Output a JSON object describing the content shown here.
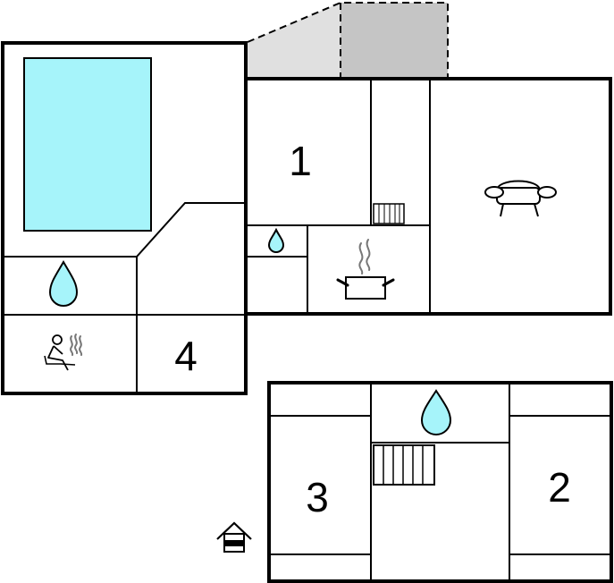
{
  "floor_plan": {
    "rooms": [
      {
        "id": "bedroom-1",
        "label": "1"
      },
      {
        "id": "bedroom-2",
        "label": "2"
      },
      {
        "id": "bedroom-3",
        "label": "3"
      },
      {
        "id": "bedroom-4",
        "label": "4"
      }
    ],
    "icons": {
      "water_drop": "water-drop-icon",
      "sauna": "sauna-icon",
      "sofa": "sofa-icon",
      "cooking_pot": "cooking-pot-icon",
      "stairs": "stairs-icon",
      "entrance": "entrance-house-icon"
    },
    "colors": {
      "pool": "#a6f4fa",
      "terrace_light": "#e0e0e0",
      "terrace_dark": "#c5c5c5",
      "water_drop": "#a6f4fa",
      "walls": "#000000"
    }
  }
}
